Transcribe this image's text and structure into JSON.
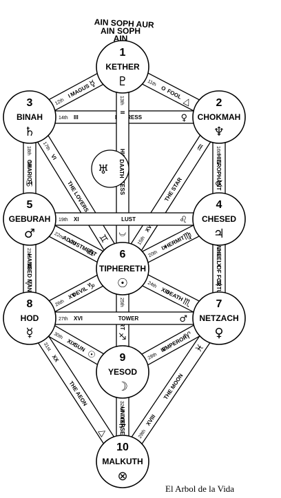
{
  "header": {
    "ain_soph_aur": "AIN SOPH AUR",
    "ain_soph": "AIN SOPH",
    "ain": "AIN"
  },
  "caption": "El Arbol de la Vida",
  "sephiroth": [
    {
      "id": "kether",
      "number": "1",
      "name": "KETHER",
      "symbol": "♇"
    },
    {
      "id": "chokmah",
      "number": "2",
      "name": "CHOKMAH",
      "symbol": "♆"
    },
    {
      "id": "binah",
      "number": "3",
      "name": "BINAH",
      "symbol": "♄"
    },
    {
      "id": "chesed",
      "number": "4",
      "name": "CHESED",
      "symbol": "♃"
    },
    {
      "id": "geburah",
      "number": "5",
      "name": "GEBURAH",
      "symbol": "♂"
    },
    {
      "id": "tiphereth",
      "number": "6",
      "name": "TIPHERETH",
      "symbol": "☉"
    },
    {
      "id": "netzach",
      "number": "7",
      "name": "NETZACH",
      "symbol": "♀"
    },
    {
      "id": "hod",
      "number": "8",
      "name": "HOD",
      "symbol": "☿"
    },
    {
      "id": "yesod",
      "number": "9",
      "name": "YESOD",
      "symbol": "☽"
    },
    {
      "id": "malkuth",
      "number": "10",
      "name": "MALKUTH",
      "symbol": "⊗"
    }
  ],
  "daath": {
    "name": "DAATH",
    "symbol": "♅"
  },
  "paths": [
    {
      "from": "kether",
      "to": "binah",
      "label": "MAGUS",
      "number": "12th",
      "numeral": "I",
      "symbols": "☿"
    },
    {
      "from": "kether",
      "to": "chokmah",
      "label": "FOOL",
      "number": "11th",
      "numeral": "O",
      "symbols": "△"
    },
    {
      "from": "binah",
      "to": "chokmah",
      "label": "EMPRESS",
      "number": "14th",
      "numeral": "III",
      "symbols": "♀"
    },
    {
      "from": "kether",
      "to": "tiphereth",
      "label": "HIGH PRIESTESS",
      "number": "13th",
      "numeral": "II",
      "symbols": "☽"
    },
    {
      "from": "binah",
      "to": "geburah",
      "label": "CHARIOT",
      "number": "18th",
      "numeral": "VII",
      "symbols": "♋"
    },
    {
      "from": "binah",
      "to": "tiphereth",
      "label": "THE LOVERS",
      "number": "17th",
      "numeral": "VI",
      "symbols": "♊"
    },
    {
      "from": "chokmah",
      "to": "tiphereth",
      "label": "THE STAR",
      "number": "15th",
      "numeral": "XVII",
      "symbols": "♒"
    },
    {
      "from": "chokmah",
      "to": "chesed",
      "label": "HIEROPHANT",
      "number": "16th",
      "numeral": "V",
      "symbols": "♉"
    },
    {
      "from": "geburah",
      "to": "chesed",
      "label": "LUST",
      "number": "19th",
      "numeral": "XI",
      "symbols": "♌"
    },
    {
      "from": "geburah",
      "to": "tiphereth",
      "label": "ADJUSTMENT",
      "number": "22nd",
      "numeral": "VIII",
      "symbols": "♎"
    },
    {
      "from": "chesed",
      "to": "tiphereth",
      "label": "HERMIT",
      "number": "20th",
      "numeral": "IX",
      "symbols": "♍"
    },
    {
      "from": "chesed",
      "to": "netzach",
      "label": "WHEEL OF FORTUNE",
      "number": "21st",
      "numeral": "X",
      "symbols": "♃"
    },
    {
      "from": "geburah",
      "to": "hod",
      "label": "HANGED MAN",
      "number": "23rd",
      "numeral": "XII",
      "symbols": "▽"
    },
    {
      "from": "hod",
      "to": "tiphereth",
      "label": "DEVIL",
      "number": "26th",
      "numeral": "XV",
      "symbols": "♑"
    },
    {
      "from": "netzach",
      "to": "tiphereth",
      "label": "DEATH",
      "number": "24th",
      "numeral": "XIII",
      "symbols": "♏"
    },
    {
      "from": "tiphereth",
      "to": "yesod",
      "label": "ART",
      "number": "25th",
      "numeral": "XIV",
      "symbols": "♐"
    },
    {
      "from": "hod",
      "to": "netzach",
      "label": "TOWER",
      "number": "27th",
      "numeral": "XVI",
      "symbols": "♂"
    },
    {
      "from": "hod",
      "to": "yesod",
      "label": "SUN",
      "number": "30th",
      "numeral": "XIX",
      "symbols": "☉"
    },
    {
      "from": "netzach",
      "to": "yesod",
      "label": "EMPEROR",
      "number": "28th",
      "numeral": "IV",
      "symbols": "♈"
    },
    {
      "from": "hod",
      "to": "malkuth",
      "label": "THE AEON",
      "number": "31st",
      "numeral": "XX",
      "symbols": "△"
    },
    {
      "from": "netzach",
      "to": "malkuth",
      "label": "THE MOON",
      "number": "29th",
      "numeral": "XVIII",
      "symbols": "♓"
    },
    {
      "from": "yesod",
      "to": "malkuth",
      "label": "UNIVERSE",
      "number": "32nd",
      "numeral": "XXI",
      "symbols": "♄"
    }
  ]
}
